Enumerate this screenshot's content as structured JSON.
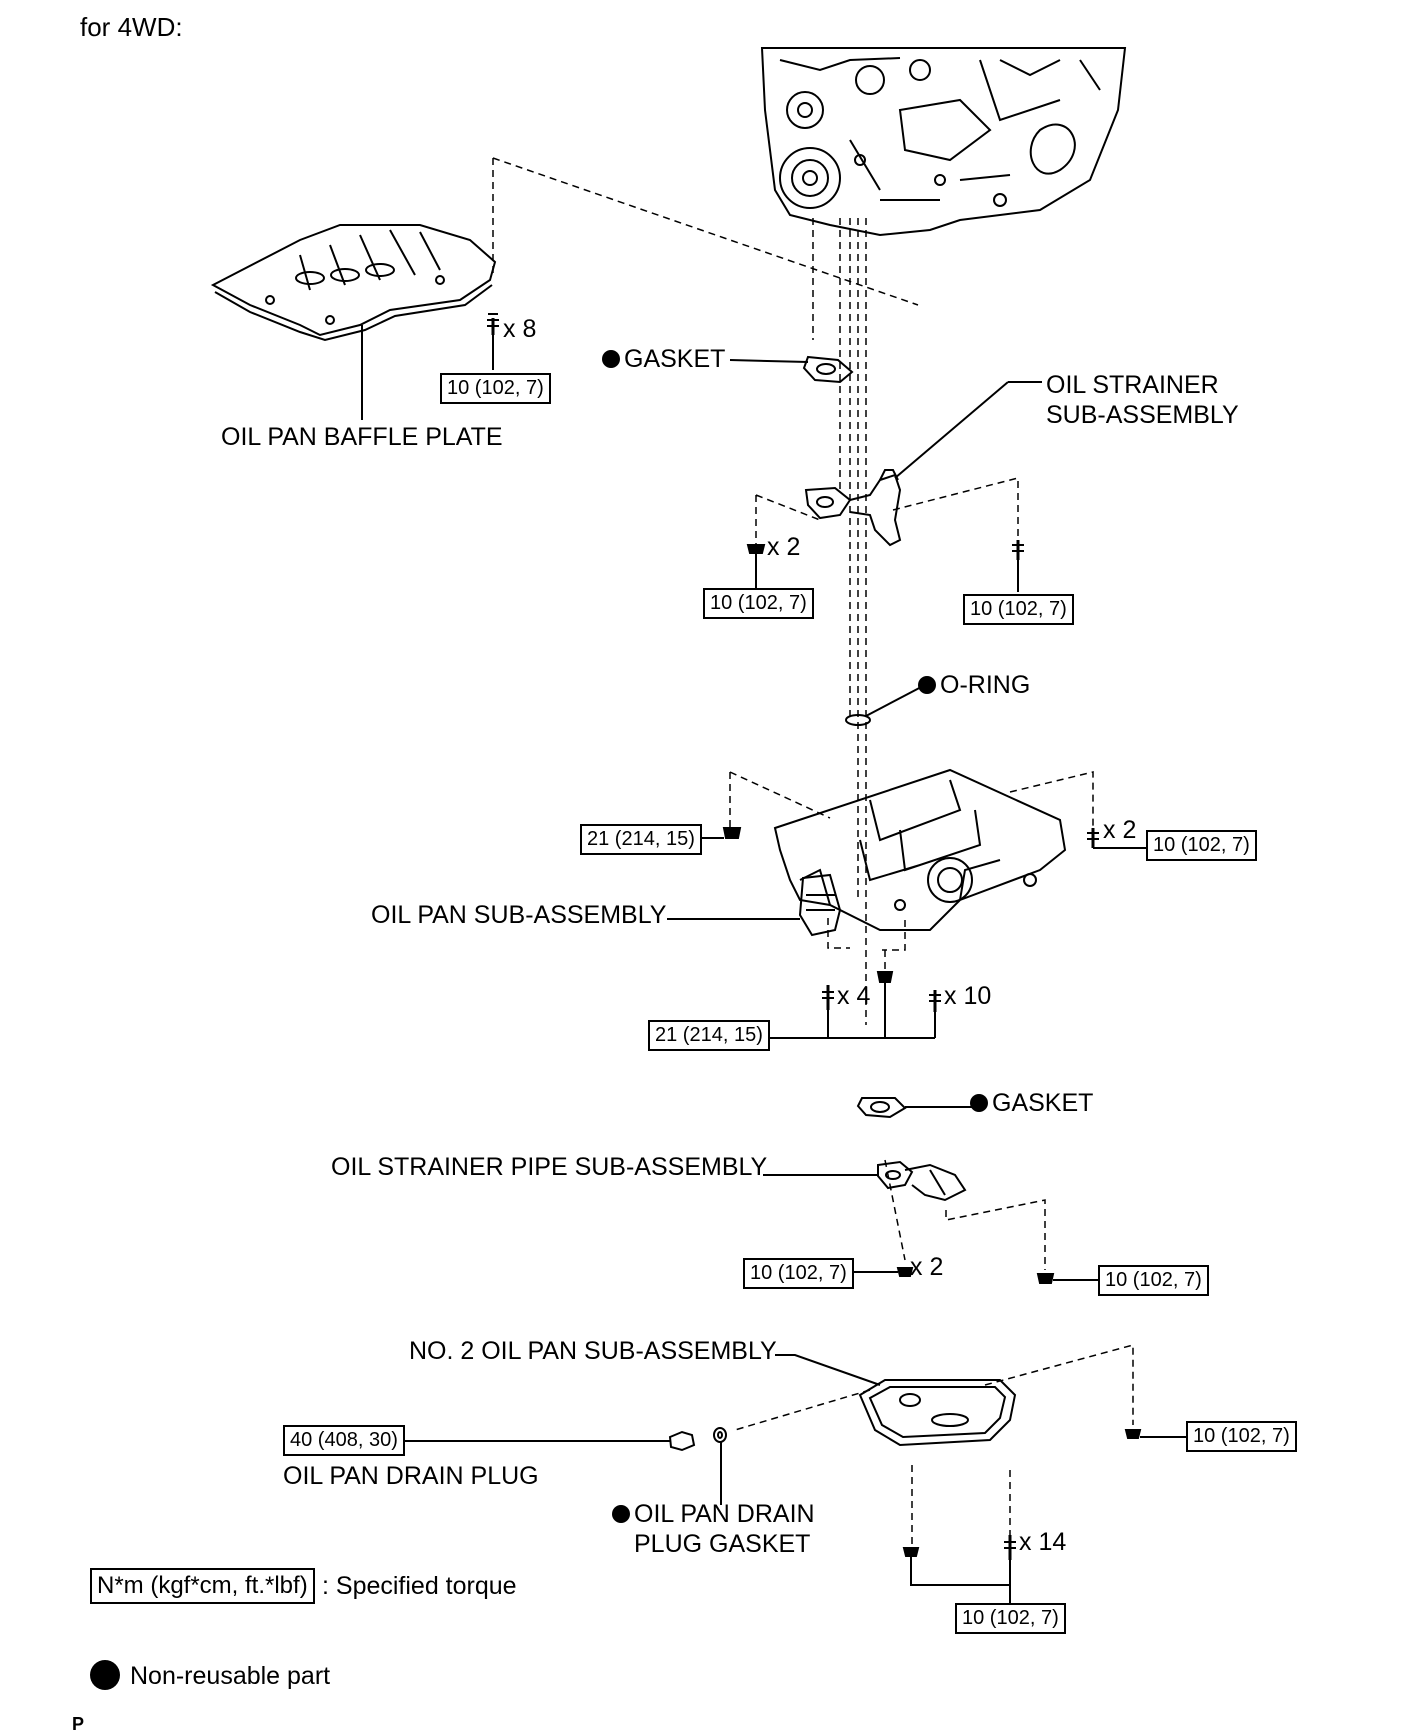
{
  "header": {
    "title": "for 4WD:"
  },
  "labels": {
    "gasket_top": "GASKET",
    "oil_strainer": "OIL STRAINER\nSUB-ASSEMBLY",
    "oil_pan_baffle": "OIL PAN BAFFLE PLATE",
    "o_ring": "O-RING",
    "oil_pan": "OIL PAN SUB-ASSEMBLY",
    "gasket_mid": "GASKET",
    "oil_strainer_pipe": "OIL STRAINER PIPE SUB-ASSEMBLY",
    "no2_oil_pan": "NO. 2 OIL PAN SUB-ASSEMBLY",
    "drain_plug": "OIL PAN DRAIN PLUG",
    "drain_plug_gasket": "OIL PAN DRAIN\nPLUG GASKET"
  },
  "quantities": {
    "baffle_bolts": "x 8",
    "strainer_nuts": "x 2",
    "pan_right_bolts": "x 2",
    "pan_bottom_a": "x 4",
    "pan_bottom_b": "x 10",
    "pipe_nuts": "x 2",
    "no2_bolts": "x 14"
  },
  "torques": {
    "baffle": "10 (102, 7)",
    "strainer_left": "10 (102, 7)",
    "strainer_right": "10 (102, 7)",
    "pan_left": "21 (214, 15)",
    "pan_right": "10 (102, 7)",
    "pan_bottom": "21 (214, 15)",
    "pipe_left": "10 (102, 7)",
    "pipe_right": "10 (102, 7)",
    "drain_plug": "40 (408, 30)",
    "no2_right": "10 (102, 7)",
    "no2_bottom": "10 (102, 7)"
  },
  "legend": {
    "torque_unit": "N*m (kgf*cm, ft.*lbf)",
    "torque_text": ": Specified torque",
    "nonreusable_text": "Non-reusable part"
  },
  "footer": {
    "code": "P"
  }
}
